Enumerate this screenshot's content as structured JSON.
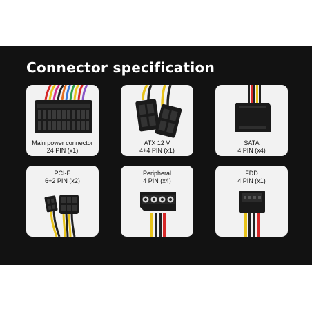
{
  "heading": "Connector specification",
  "connectors": [
    {
      "name": "Main power connector",
      "pins": "24 PIN (x1)"
    },
    {
      "name": "ATX 12 V",
      "pins": "4+4 PIN (x1)"
    },
    {
      "name": "SATA",
      "pins": "4 PIN (x4)"
    },
    {
      "name": "PCI-E",
      "pins": "6+2 PIN (x2)"
    },
    {
      "name": "Peripheral",
      "pins": "4 PIN (x4)"
    },
    {
      "name": "FDD",
      "pins": "4 PIN (x1)"
    }
  ],
  "colors": {
    "panel": "#121212",
    "card": "#f2f2f2",
    "connector_body": "#1a1a1a",
    "wire_yellow": "#e8c31a",
    "wire_red": "#d62828",
    "wire_black": "#222222"
  }
}
